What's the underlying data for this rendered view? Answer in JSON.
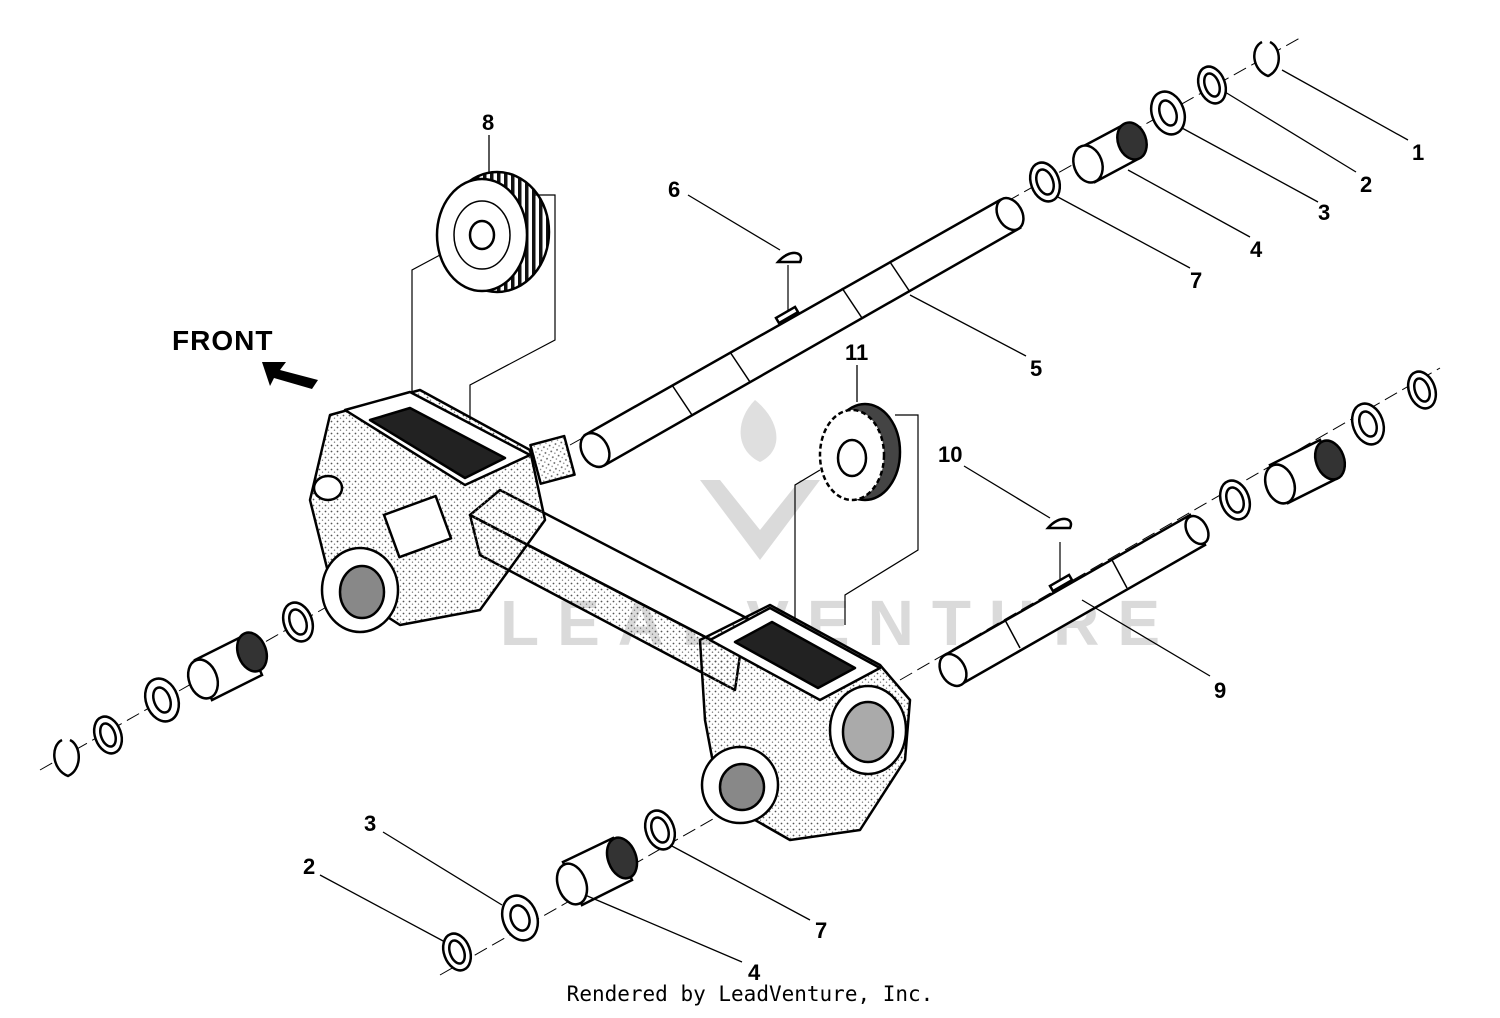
{
  "diagram": {
    "front_label": "FRONT",
    "watermark_text": "LEADVENTURE",
    "credit": "Rendered by LeadVenture, Inc.",
    "ink_color": "#000000",
    "watermark_color": "#d6d6d6",
    "callouts": [
      {
        "id": "c1",
        "label": "1"
      },
      {
        "id": "c2",
        "label": "2"
      },
      {
        "id": "c3",
        "label": "3"
      },
      {
        "id": "c4",
        "label": "4"
      },
      {
        "id": "c7",
        "label": "7"
      },
      {
        "id": "c6",
        "label": "6"
      },
      {
        "id": "c5",
        "label": "5"
      },
      {
        "id": "c8",
        "label": "8"
      },
      {
        "id": "c11",
        "label": "11"
      },
      {
        "id": "c10",
        "label": "10"
      },
      {
        "id": "c9",
        "label": "9"
      },
      {
        "id": "c3b",
        "label": "3"
      },
      {
        "id": "c2b",
        "label": "2"
      },
      {
        "id": "c7b",
        "label": "7"
      },
      {
        "id": "c4b",
        "label": "4"
      }
    ]
  }
}
